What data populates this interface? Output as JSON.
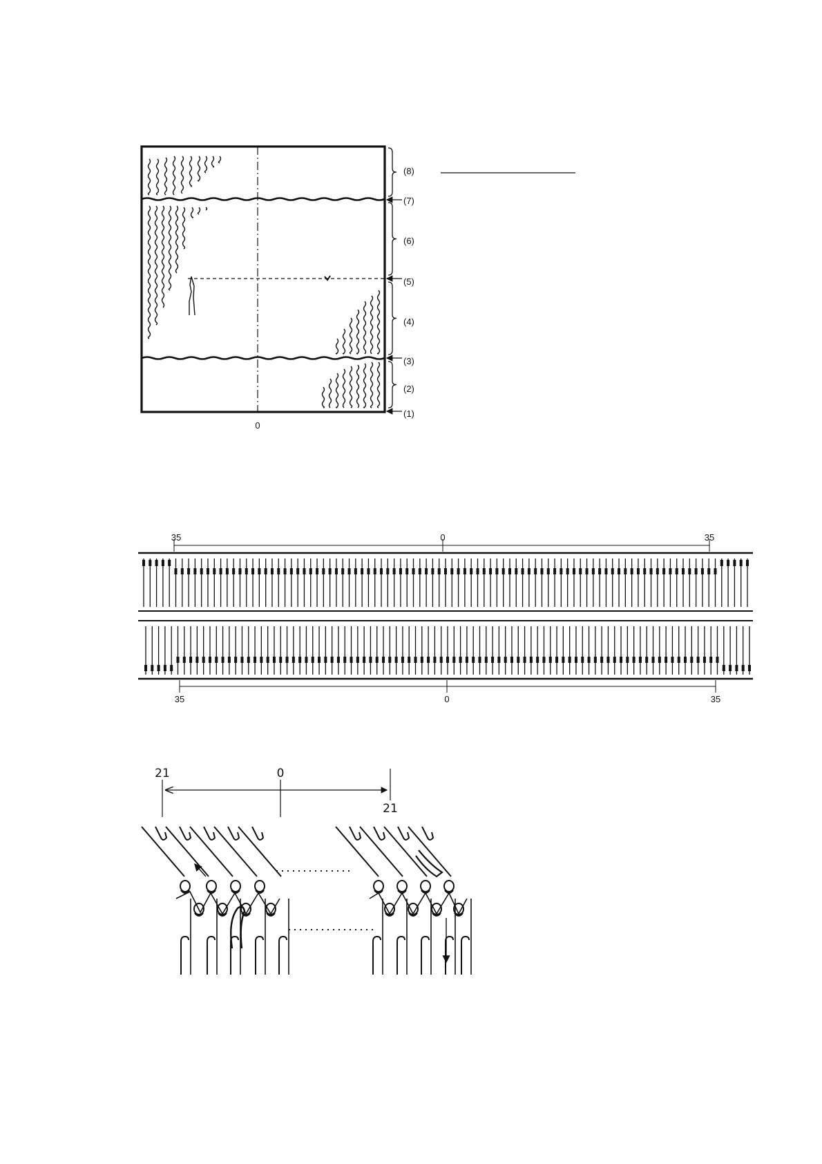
{
  "swatch": {
    "sections": [
      {
        "id": "8",
        "label": "(8)"
      },
      {
        "id": "7",
        "label": "(7)"
      },
      {
        "id": "6",
        "label": "(6)"
      },
      {
        "id": "5",
        "label": "(5)"
      },
      {
        "id": "4",
        "label": "(4)"
      },
      {
        "id": "3",
        "label": "(3)"
      },
      {
        "id": "2",
        "label": "(2)"
      },
      {
        "id": "1",
        "label": "(1)"
      }
    ],
    "center_label": "0"
  },
  "needle_bed": {
    "top_scale": {
      "left": "35",
      "center": "0",
      "right": "35"
    },
    "bottom_scale": {
      "left": "35",
      "center": "0",
      "right": "35"
    },
    "needle_count": 95
  },
  "transfer": {
    "left_label": "21",
    "center_label": "0",
    "right_label": "21"
  },
  "colors": {
    "ink": "#111111",
    "paper": "#ffffff"
  }
}
